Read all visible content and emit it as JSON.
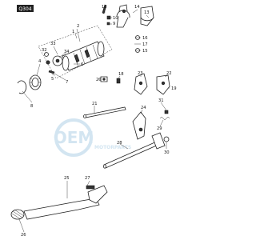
{
  "watermark": {
    "brand": "OEM",
    "sub": "MOTORPARTS",
    "color": "#cfe3f0"
  },
  "badge": {
    "text": "Q304"
  },
  "callouts": [
    {
      "id": "c12",
      "text": "12"
    },
    {
      "id": "c10",
      "text": "10"
    },
    {
      "id": "c9",
      "text": "9"
    },
    {
      "id": "c14",
      "text": "14"
    },
    {
      "id": "c13",
      "text": "13"
    },
    {
      "id": "c16",
      "text": "16"
    },
    {
      "id": "c17",
      "text": "17"
    },
    {
      "id": "c15",
      "text": "15"
    },
    {
      "id": "c2",
      "text": "2"
    },
    {
      "id": "c1",
      "text": "1"
    },
    {
      "id": "c33",
      "text": "33"
    },
    {
      "id": "c32",
      "text": "32"
    },
    {
      "id": "c34",
      "text": "34"
    },
    {
      "id": "c6",
      "text": "6"
    },
    {
      "id": "c5",
      "text": "5"
    },
    {
      "id": "c3",
      "text": "3"
    },
    {
      "id": "c20",
      "text": "20"
    },
    {
      "id": "c18",
      "text": "18"
    },
    {
      "id": "c7",
      "text": "7"
    },
    {
      "id": "c4",
      "text": "4"
    },
    {
      "id": "c8",
      "text": "8"
    },
    {
      "id": "c19",
      "text": "19"
    },
    {
      "id": "c23",
      "text": "23"
    },
    {
      "id": "c22",
      "text": "22"
    },
    {
      "id": "c21",
      "text": "21"
    },
    {
      "id": "c24",
      "text": "24"
    },
    {
      "id": "c31",
      "text": "31"
    },
    {
      "id": "c29",
      "text": "29"
    },
    {
      "id": "c28",
      "text": "28"
    },
    {
      "id": "c30",
      "text": "30"
    },
    {
      "id": "c25",
      "text": "25"
    },
    {
      "id": "c27",
      "text": "27"
    },
    {
      "id": "c26",
      "text": "26"
    }
  ]
}
